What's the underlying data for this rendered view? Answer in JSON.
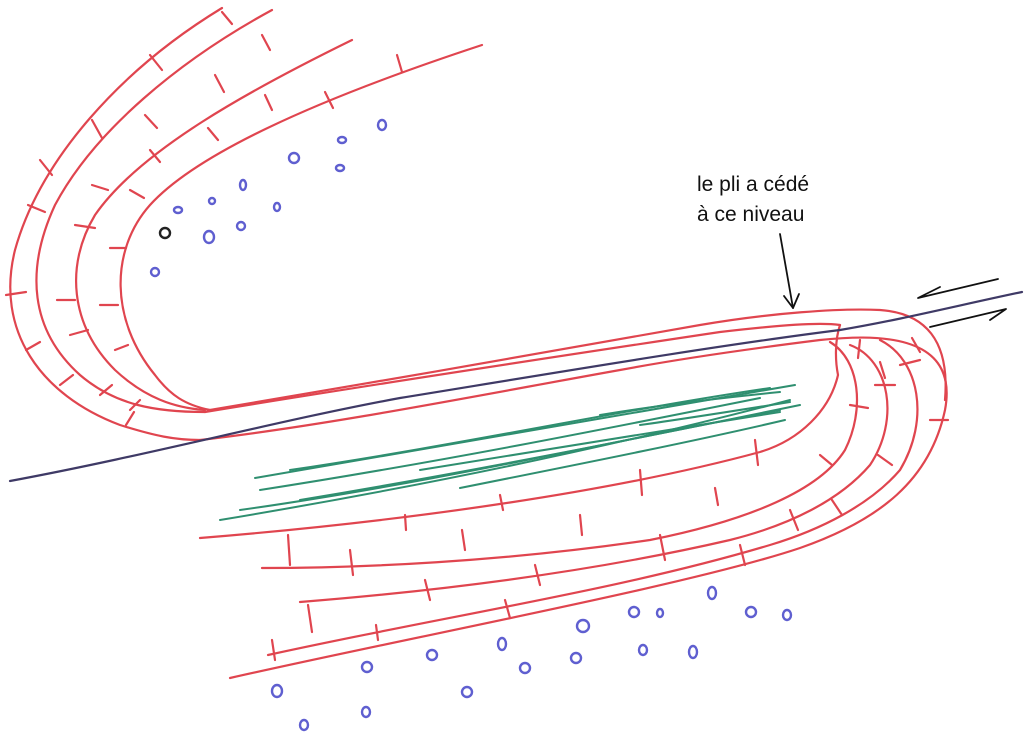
{
  "annotation": {
    "line1": "le pli a cédé",
    "line2": "à ce niveau"
  },
  "colors": {
    "strata": "#e0454f",
    "fault_trace": "#3f3a66",
    "green_hatching": "#2f8f70",
    "pebbles": "#5f5fd0",
    "pebble_dark": "#222222",
    "ink": "#111111"
  },
  "icons": {
    "shear_arrow_upper": "arrow-left-half-head",
    "shear_arrow_lower": "arrow-right-half-head"
  }
}
